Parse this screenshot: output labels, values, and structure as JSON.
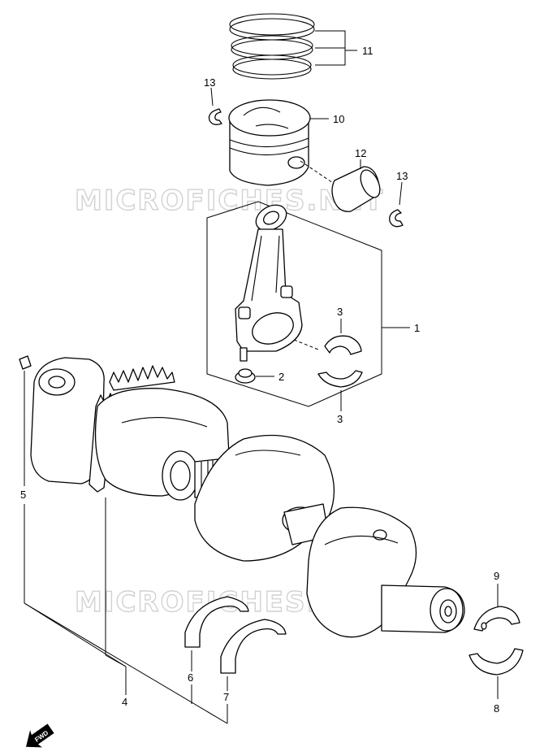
{
  "watermark": "MICROFICHES.NET",
  "direction_label": "FWD",
  "callouts": {
    "c1": "1",
    "c2": "2",
    "c3a": "3",
    "c3b": "3",
    "c4": "4",
    "c5": "5",
    "c6": "6",
    "c7": "7",
    "c8": "8",
    "c9": "9",
    "c10": "10",
    "c11": "11",
    "c12": "12",
    "c13a": "13",
    "c13b": "13"
  }
}
